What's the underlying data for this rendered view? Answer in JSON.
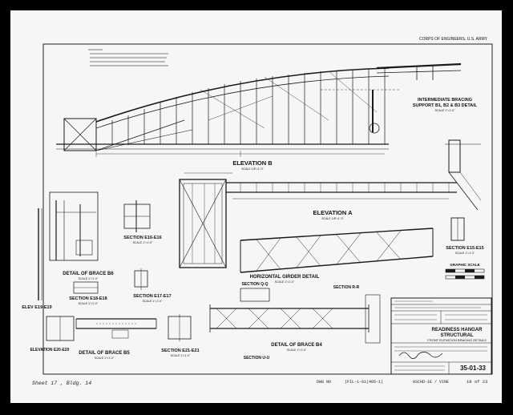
{
  "header": {
    "agency": "CORPS OF ENGINEERS, U.S. ARMY"
  },
  "views": {
    "elevation_b": {
      "title": "ELEVATION B",
      "scale": "SCALE 1/8\"=1'-0\""
    },
    "elevation_a": {
      "title": "ELEVATION A",
      "scale": "SCALE 1/8\"=1'-0\""
    },
    "intermediate_bracing": {
      "title_line1": "INTERMEDIATE BRACING",
      "title_line2": "SUPPORT B1, B2 & B3 DETAIL",
      "scale": "SCALE 1\"=1'-0\""
    },
    "horizontal_girder": {
      "title": "HORIZONTAL GIRDER DETAIL",
      "scale": "SCALE 1\"=1'-0\""
    },
    "detail_b6": {
      "title": "DETAIL OF BRACE B6",
      "scale": "SCALE 1\"=1'-0\""
    },
    "detail_b5": {
      "title": "DETAIL OF BRACE B5",
      "scale": "SCALE 1\"=1'-0\""
    },
    "detail_b4": {
      "title": "DETAIL OF BRACE B4",
      "scale": "SCALE 1\"=1'-0\""
    },
    "section_e16": {
      "title": "SECTION E16-E16",
      "scale": "SCALE 1\"=1'-0\""
    },
    "section_e15": {
      "title": "SECTION E15-E15",
      "scale": "SCALE 1\"=1'-0\""
    },
    "section_e18": {
      "title": "SECTION E18-E18",
      "scale": "SCALE 1\"=1'-0\""
    },
    "section_e17": {
      "title": "SECTION E17-E17",
      "scale": "SCALE 1\"=1'-0\""
    },
    "section_e21": {
      "title": "SECTION E21-E21",
      "scale": "SCALE 1\"=1'-0\""
    },
    "elev_e19": {
      "title": "ELEV E19-E19"
    },
    "elevation_e20": {
      "title": "ELEVATION E20-E20"
    },
    "section_q": {
      "title": "SECTION Q-Q"
    },
    "section_r": {
      "title": "SECTION R-R"
    },
    "section_u": {
      "title": "SECTION U-U"
    },
    "graphic_scale": {
      "label": "GRAPHIC SCALE"
    }
  },
  "title_block": {
    "project_line1": "READINESS HANGAR",
    "project_line2": "STRUCTURAL",
    "subtitle": "FRONT ELEVATION BRACING DETAILS",
    "sheet_number": "35-01-33"
  },
  "footer": {
    "handwritten_left": "Sheet 17 , Bldg. 14",
    "dwg_label": "DWG NO",
    "file_ref": "(FIL-1-61(405-1)",
    "microfilm_ref": "ASCHD-1E / VINE",
    "sheet_of": "19 of 23"
  },
  "colors": {
    "paper": "#f6f6f4",
    "ink": "#1a1a1a",
    "frame": "#000000"
  }
}
